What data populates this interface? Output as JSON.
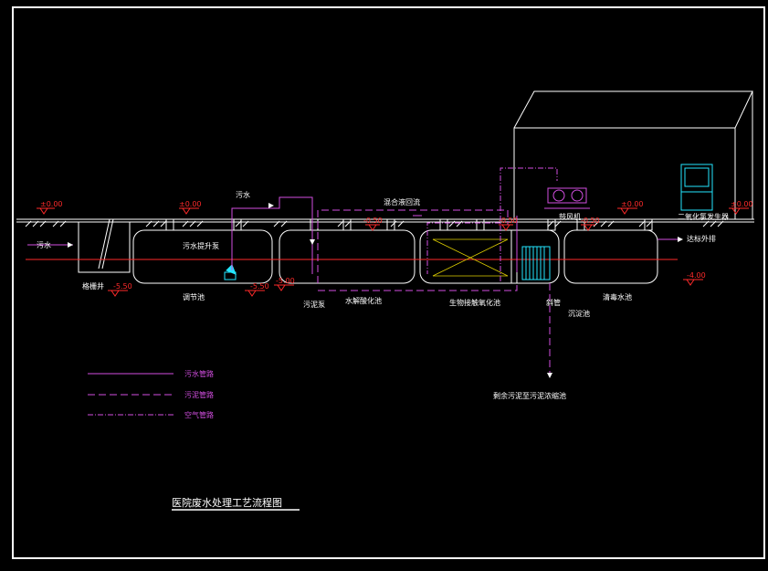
{
  "title": "医院废水处理工艺流程图",
  "colors": {
    "outline": "#ffffff",
    "sewage_pipe": "#d24ee0",
    "air_pipe": "#d24ee0",
    "elevation": "#ff2a2a",
    "water_line": "#ff2a2a",
    "equipment": "#23e6ff",
    "yellow": "#e0d000"
  },
  "labels": {
    "inlet_sewage": "污水",
    "grille_well": "格栅井",
    "regulating_tank": "调节池",
    "lift_pump": "污水提升泵",
    "sewage_top": "污水",
    "sludge_pump": "污泥泵",
    "hydrolysis_tank": "水解酸化池",
    "mixture_reflux": "混合液回流",
    "contact_oxidation": "生物接触氧化池",
    "blower": "鼓风机",
    "inclined_tube": "斜管",
    "settling_tank": "沉淀池",
    "disinfection_tank": "清毒水池",
    "chlorine_generator": "二氧化氯发生器",
    "discharge": "达标外排",
    "sludge_transfer": "剩余污泥至污泥浓缩池"
  },
  "elevations": {
    "e1": "±0.00",
    "e2": "±0.00",
    "e3": "-5.50",
    "e4": "-5.50",
    "e5": "-5.00",
    "e6": "-0.50",
    "e7": "-0.50",
    "e8": "-0.50",
    "e9": "±0.00",
    "e10": "±0.00",
    "e11": "-4.00"
  },
  "legend": [
    {
      "label": "污水管路",
      "style": "solid"
    },
    {
      "label": "污泥管路",
      "style": "dashed"
    },
    {
      "label": "空气管路",
      "style": "dotted"
    }
  ]
}
